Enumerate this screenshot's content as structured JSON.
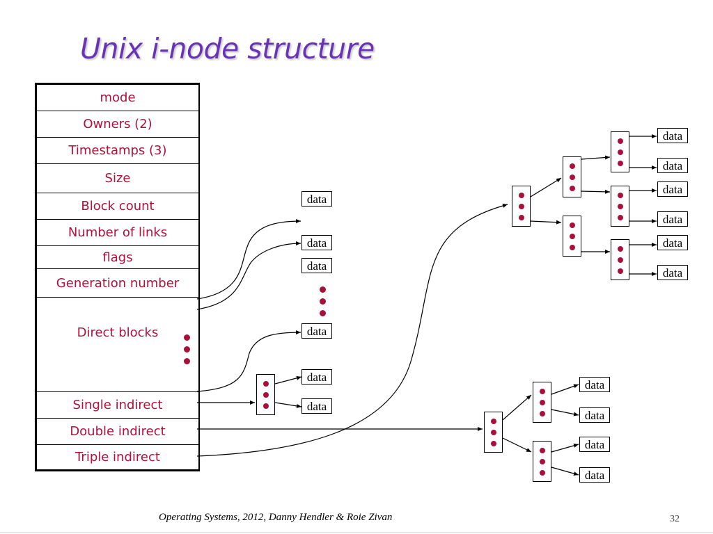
{
  "title": "Unix  i-node structure",
  "inode_fields": [
    {
      "label": "mode"
    },
    {
      "label": "Owners (2)"
    },
    {
      "label": "Timestamps (3)"
    },
    {
      "label": "Size"
    },
    {
      "label": "Block count"
    },
    {
      "label": "Number of links"
    },
    {
      "label": "flags"
    },
    {
      "label": "Generation number"
    },
    {
      "label": "Direct blocks"
    },
    {
      "label": "Single indirect"
    },
    {
      "label": "Double indirect"
    },
    {
      "label": "Triple indirect"
    }
  ],
  "data_label": "data",
  "footer": "Operating Systems, 2012, Danny Hendler & Roie Zivan",
  "page_number": "32",
  "colors": {
    "title": "#6a33b5",
    "field_text": "#b0103a",
    "dot": "#a8103a"
  }
}
